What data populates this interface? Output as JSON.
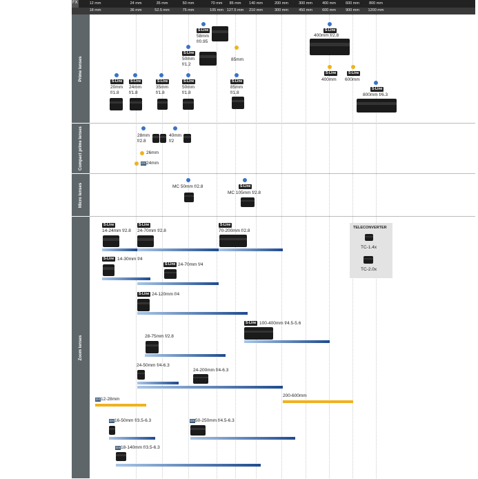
{
  "header": {
    "fx_tag": "FX",
    "dx_tag": "DX",
    "fx_values": [
      "12 mm",
      "24 mm",
      "35 mm",
      "50 mm",
      "70 mm",
      "85 mm",
      "140 mm",
      "200 mm",
      "300 mm",
      "400 mm",
      "600 mm",
      "800 mm"
    ],
    "dx_values": [
      "18 mm",
      "36 mm",
      "52.5 mm",
      "75 mm",
      "105 mm",
      "127.5 mm",
      "210 mm",
      "300 mm",
      "450 mm",
      "600 mm",
      "900 mm",
      "1200 mm"
    ]
  },
  "sections": {
    "prime": "Prime lenses",
    "compact": "Compact prime lenses",
    "micro": "Micro lenses",
    "zoom": "Zoom lenses"
  },
  "badge": "S-Line",
  "prime": {
    "l58": "58mm f/0.95",
    "l50_12": "50mm f/1.2",
    "l85": "85mm",
    "l400_28": "400mm f/2.8",
    "l400": "400mm",
    "l600": "600mm",
    "l800": "800mm f/6.3",
    "l20": "20mm f/1.8",
    "l24": "24mm f/1.8",
    "l35": "35mm f/1.8",
    "l50": "50mm f/1.8",
    "l85_18": "85mm f/1.8"
  },
  "compact": {
    "l28": "28mm f/2.8",
    "l40": "40mm f/2",
    "l26": "26mm",
    "l24": "24mm"
  },
  "micro": {
    "l50": "MC 50mm f/2.8",
    "l105": "MC 105mm f/2.8"
  },
  "zoom": {
    "z14_24": "14-24mm f/2.8",
    "z24_70_28": "24-70mm f/2.8",
    "z70_200": "70-200mm f/2.8",
    "z14_30": "14-30mm f/4",
    "z24_70_4": "24-70mm f/4",
    "z24_120": "24-120mm f/4",
    "z100_400": "100-400mm f/4.5-5.6",
    "z28_75": "28-75mm f/2.8",
    "z24_50": "24-50mm f/4-6.3",
    "z24_200": "24-200mm f/4-6.3",
    "z12_28": "12-28mm",
    "z200_600": "200-600mm",
    "z16_50": "16-50mm f/3.5-6.3",
    "z50_250": "50-250mm f/4.5-6.3",
    "z18_140": "18-140mm f/3.5-6.3"
  },
  "teleconverter": {
    "title": "TELECONVERTER",
    "tc14": "TC-1.4x",
    "tc20": "TC-2.0x"
  },
  "colors": {
    "fx_bar": "#1f4b8f",
    "dx_bar": "#f0b21e",
    "header": "#222222",
    "side": "#5e666a"
  }
}
